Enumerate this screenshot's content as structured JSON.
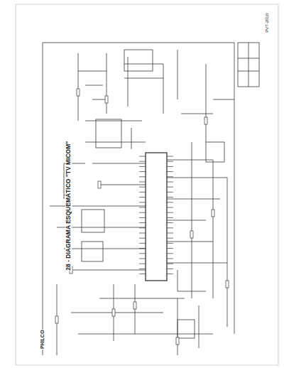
{
  "diagram": {
    "title": "28 - DIAGRAMA ESQUEMÁTICO \"TV MICOM\"",
    "labels": [
      "PHILCO",
      "PVT-2010"
    ]
  }
}
